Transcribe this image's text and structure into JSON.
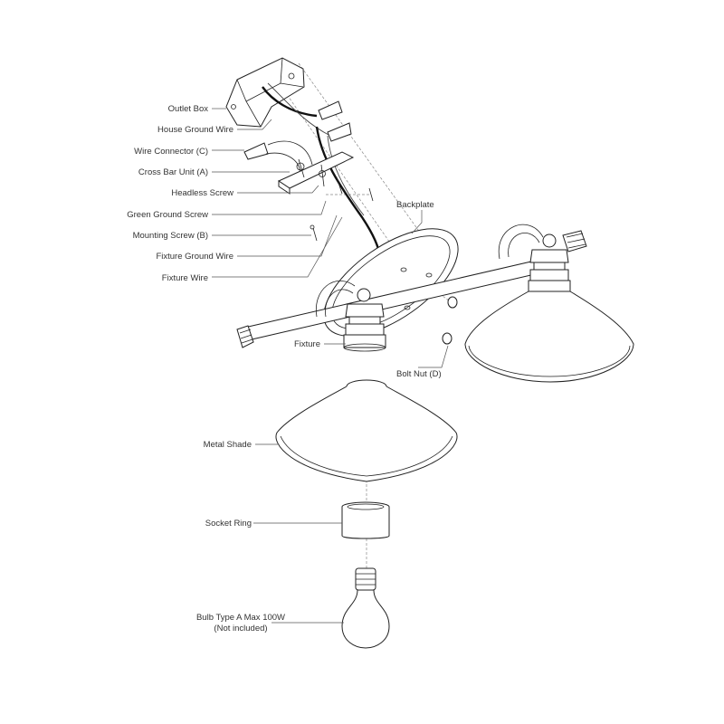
{
  "labels": {
    "outlet_box": "Outlet Box",
    "house_ground_wire": "House Ground Wire",
    "wire_connector": "Wire Connector (C)",
    "cross_bar_unit": "Cross Bar Unit (A)",
    "headless_screw": "Headless Screw",
    "green_ground_screw": "Green Ground Screw",
    "mounting_screw": "Mounting Screw (B)",
    "fixture_ground_wire": "Fixture Ground Wire",
    "fixture_wire": "Fixture Wire",
    "backplate": "Backplate",
    "fixture": "Fixture",
    "bolt_nut": "Bolt Nut (D)",
    "metal_shade": "Metal Shade",
    "socket_ring": "Socket Ring",
    "bulb_line1": "Bulb Type A Max 100W",
    "bulb_line2": "(Not included)"
  }
}
